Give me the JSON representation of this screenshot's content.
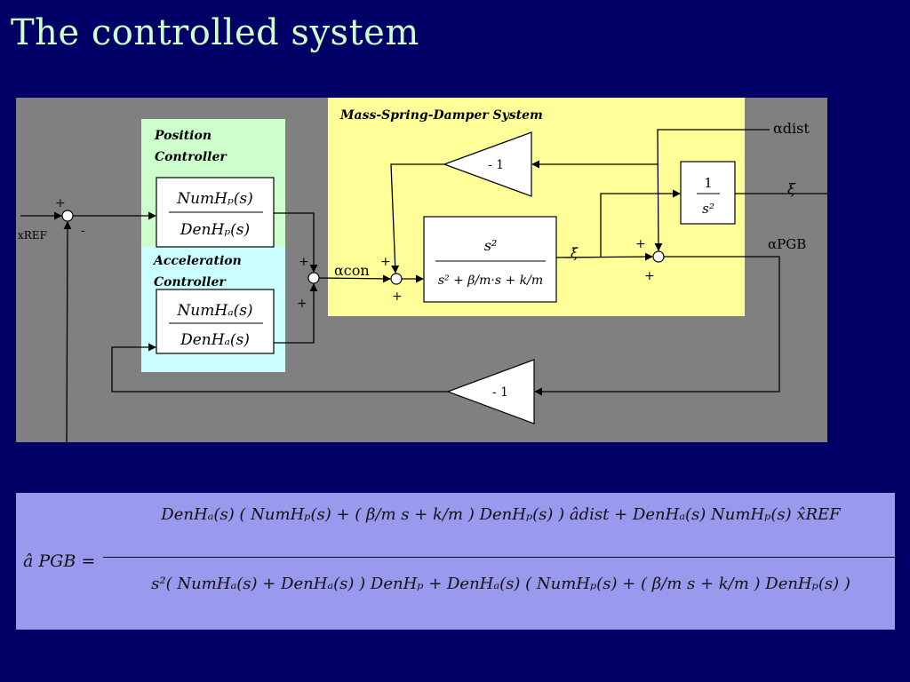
{
  "slide": {
    "title": "The controlled system"
  },
  "diagram": {
    "msd_title": "Mass-Spring-Damper System",
    "position_controller": [
      "Position",
      "Controller"
    ],
    "acceleration_controller": [
      "Acceleration",
      "Controller"
    ],
    "pos_tf": {
      "num": "NumHₚ(s)",
      "den": "DenHₚ(s)"
    },
    "acc_tf": {
      "num": "NumHₐ(s)",
      "den": "DenHₐ(s)"
    },
    "plant_tf": {
      "num": "s²",
      "den": "s² + β/m·s + k/m"
    },
    "integrator": {
      "num": "1",
      "den": "s²"
    },
    "gain_top": "- 1",
    "gain_bottom": "- 1",
    "sig_a_dist": "αdist",
    "sig_a_pgb": "αPGB",
    "sig_a_con": "αcon",
    "sig_x_ref": "xREF",
    "sig_xi": "ξ",
    "sig_xi_ddot": "ξ̈",
    "plus": "+",
    "minus": "-"
  },
  "equation": {
    "lhs": "â PGB =",
    "numerator": "DenHₐ(s) ( NumHₚ(s) + ( β/m s + k/m ) DenHₚ(s) ) âdist + DenHₐ(s) NumHₚ(s) x̂REF",
    "denominator": "s²( NumHₐ(s) + DenHₐ(s) ) DenHₚ + DenHₐ(s) ( NumHₚ(s) + ( β/m s + k/m ) DenHₚ(s) )"
  },
  "colors": {
    "slide_bg": "#000066",
    "title": "#ccffcc",
    "diagram_bg": "#808080",
    "msd_bg": "#ffff99",
    "position_bg": "#ccffcc",
    "acceleration_bg": "#ccffff",
    "equation_bg": "#9999ee"
  }
}
